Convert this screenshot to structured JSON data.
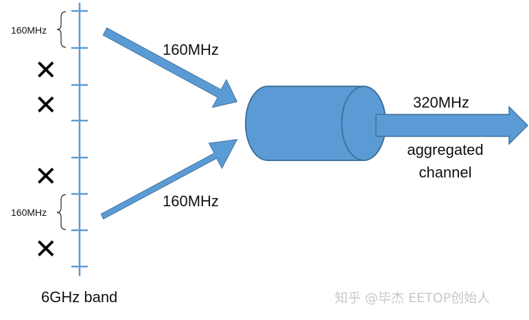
{
  "labels": {
    "bracket_top": "160MHz",
    "bracket_bottom": "160MHz",
    "arrow_top": "160MHz",
    "arrow_bottom": "160MHz",
    "output_bw": "320MHz",
    "output_line1": "aggregated",
    "output_line2": "channel",
    "band": "6GHz band",
    "watermark": "知乎 @毕杰 EETOP创始人"
  },
  "marks": {
    "x_symbol": "✕"
  },
  "colors": {
    "band_line": "#5b9bd5",
    "arrow_fill": "#5b9bd5",
    "arrow_stroke": "#41719c",
    "cylinder_fill": "#5b9bd5",
    "cylinder_stroke": "#41719c"
  }
}
